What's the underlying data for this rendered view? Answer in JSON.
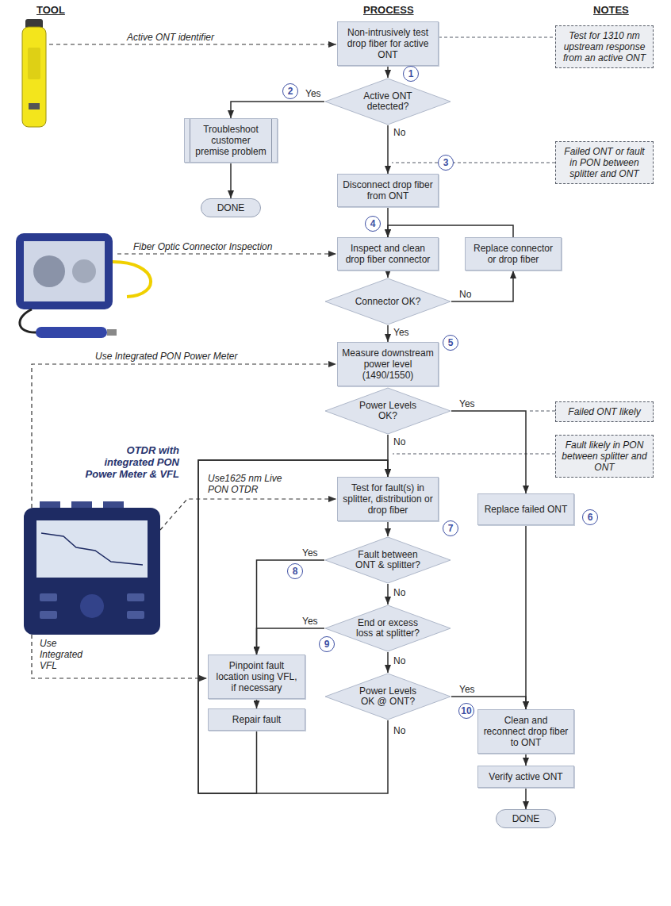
{
  "diagram": {
    "nodes": [
      {
        "text": [
          "Non-intrusively test drop fiber for active ONT"
        ]
      },
      {
        "text": [
          "Test for 1310 nm upstream response from an active ONT"
        ]
      },
      {
        "text": [
          "Active ONT detected?"
        ]
      },
      {
        "text": [
          "Troubleshoot customer premise problem"
        ]
      },
      {
        "text": [
          "DONE"
        ]
      },
      {
        "text": [
          "Failed ONT or fault in PON between splitter and ONT"
        ]
      },
      {
        "text": [
          "Disconnect drop fiber from ONT"
        ]
      },
      {
        "text": [
          "Inspect and clean drop fiber connector"
        ]
      },
      {
        "text": [
          "Replace connector or drop fiber"
        ]
      },
      {
        "text": [
          "Connector OK?"
        ]
      },
      {
        "text": [
          "Measure downstream power level (1490/1550)"
        ]
      },
      {
        "text": [
          "Power Levels OK?"
        ]
      },
      {
        "text": [
          "Failed ONT likely"
        ]
      },
      {
        "text": [
          "Fault likely in PON between splitter and ONT"
        ]
      },
      {
        "text": [
          "Test for fault(s) in splitter, distribution or drop fiber"
        ]
      },
      {
        "text": [
          "Replace failed ONT"
        ]
      },
      {
        "text": [
          "Fault between ONT & splitter?"
        ]
      },
      {
        "text": [
          "End or excess loss at splitter?"
        ]
      },
      {
        "text": [
          "Pinpoint fault location using VFL, if necessary"
        ]
      },
      {
        "text": [
          "Power Levels OK @ ONT?"
        ]
      },
      {
        "text": [
          "Repair fault"
        ]
      },
      {
        "text": [
          "Clean and reconnect drop fiber to ONT"
        ]
      },
      {
        "text": [
          "Verify active ONT"
        ]
      },
      {
        "text": [
          "DONE"
        ]
      }
    ],
    "edges": [
      {
        "from": 0,
        "to": 2,
        "arrow": "to"
      },
      {
        "from": 2,
        "to": 3,
        "label": "Yes",
        "arrow": "to"
      },
      {
        "from": 3,
        "to": 4,
        "arrow": "to"
      },
      {
        "from": 2,
        "to": 6,
        "label": "No",
        "arrow": "to"
      },
      {
        "from": 6,
        "to": 7,
        "arrow": "to"
      },
      {
        "from": 7,
        "to": 9,
        "arrow": "to"
      },
      {
        "from": 9,
        "to": 8,
        "label": "No",
        "arrow": "to"
      },
      {
        "from": 8,
        "to": 7,
        "arrow": "to"
      },
      {
        "from": 9,
        "to": 10,
        "label": "Yes",
        "arrow": "to"
      },
      {
        "from": 10,
        "to": 11,
        "arrow": "to"
      },
      {
        "from": 11,
        "to": 15,
        "label": "Yes",
        "arrow": "to"
      },
      {
        "from": 11,
        "to": 14,
        "label": "No",
        "arrow": "to"
      },
      {
        "from": 14,
        "to": 16,
        "arrow": "to"
      },
      {
        "from": 16,
        "to": 18,
        "label": "Yes",
        "arrow": "to"
      },
      {
        "from": 16,
        "to": 17,
        "label": "No",
        "arrow": "to"
      },
      {
        "from": 17,
        "to": 18,
        "label": "Yes",
        "arrow": "to"
      },
      {
        "from": 17,
        "to": 19,
        "label": "No",
        "arrow": "to"
      },
      {
        "from": 19,
        "to": 21,
        "label": "Yes",
        "arrow": "to"
      },
      {
        "from": 19,
        "to": 14,
        "label": "No",
        "arrow": "to"
      },
      {
        "from": 18,
        "to": 20,
        "arrow": "to"
      },
      {
        "from": 20,
        "to": 14,
        "arrow": "to"
      },
      {
        "from": 15,
        "to": 21,
        "arrow": "to"
      },
      {
        "from": 21,
        "to": 22,
        "arrow": "to"
      },
      {
        "from": 22,
        "to": 23,
        "arrow": "to"
      },
      {
        "from": 0,
        "to": 1,
        "arrow": "none"
      }
    ],
    "labels": [
      "TOOL",
      "PROCESS",
      "NOTES",
      "Active ONT identifier",
      "Fiber Optic Connector Inspection",
      "Use Integrated PON Power Meter",
      "OTDR with integrated PON Power Meter & VFL",
      "Use1625 nm Live PON OTDR",
      "Use Integrated VFL",
      "1",
      "2",
      "3",
      "4",
      "5",
      "6",
      "7",
      "8",
      "9",
      "10"
    ]
  }
}
